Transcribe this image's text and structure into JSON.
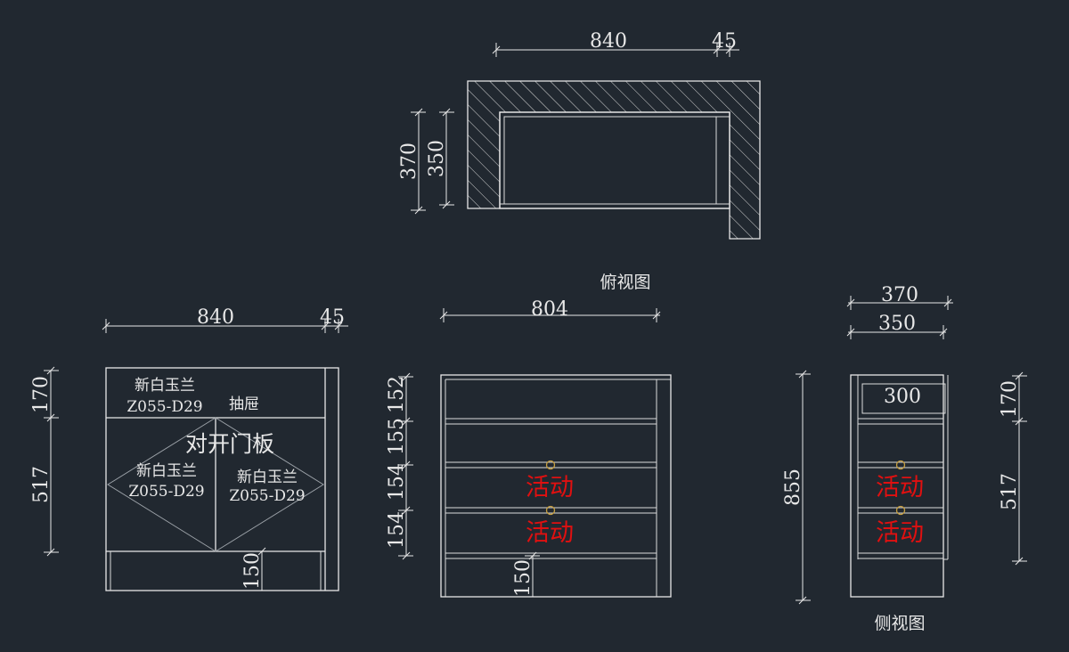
{
  "top_view": {
    "title": "俯视图",
    "width": "840",
    "gap": "45",
    "outer_depth": "370",
    "inner_depth": "350"
  },
  "front_view": {
    "width": "840",
    "gap": "45",
    "drawer_height": "170",
    "door_height": "517",
    "plinth": "150",
    "drawer": {
      "material_name": "新白玉兰",
      "material_code": "Z055-D29",
      "label": "抽屉"
    },
    "doors": {
      "label": "对开门板",
      "left_material_name": "新白玉兰",
      "left_material_code": "Z055-D29",
      "right_material_name": "新白玉兰",
      "right_material_code": "Z055-D29"
    }
  },
  "interior_view": {
    "width": "804",
    "spacings": [
      "152",
      "155",
      "154",
      "154"
    ],
    "plinth": "150",
    "shelf_label_1": "活动",
    "shelf_label_2": "活动"
  },
  "side_view": {
    "title": "侧视图",
    "outer_depth": "370",
    "inner_depth": "350",
    "drawer_depth": "300",
    "height": "855",
    "drawer_height": "170",
    "door_height": "517",
    "shelf_label_1": "活动",
    "shelf_label_2": "活动"
  },
  "colors": {
    "background": "#212830",
    "line": "#e8e8e8",
    "annotation_red": "#e01010",
    "knob": "#c8a040"
  }
}
